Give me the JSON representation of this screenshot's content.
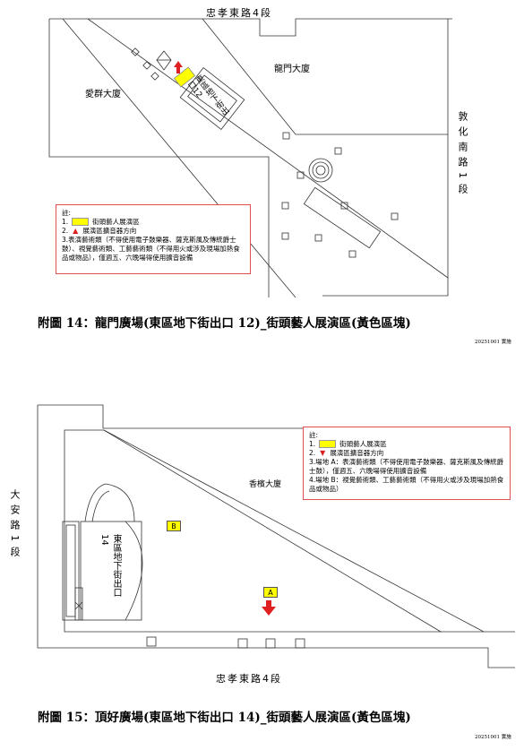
{
  "map1": {
    "street_top": "忠孝東路4段",
    "street_right": "敦化南路1段",
    "building_left": "愛群大廈",
    "building_right": "龍門大廈",
    "exit_label": "東區地下街出口12",
    "notes": {
      "heading": "註:",
      "item1": "1.",
      "item1_text": "街頭藝人展演區",
      "item2": "2.",
      "item2_text": "展演區擴音器方向",
      "item3": "3.表演藝術類（不得使用電子鼓樂器、薩克斯風及傳統爵士鼓）、視覺藝術類、工藝藝術類（不得用火或涉及現場加熱食品或物品），僅週五、六晚場得使用擴音設備"
    },
    "caption": "附圖 14：龍門廣場(東區地下街出口 12)_街頭藝人展演區(黃色區塊)",
    "stamp": "20251001 實施"
  },
  "map2": {
    "street_left": "大安路1段",
    "street_bottom": "忠孝東路4段",
    "building": "香檳大廈",
    "exit_label": "東區地下街出口14",
    "zone_a": "A",
    "zone_b": "B",
    "notes": {
      "heading": "註:",
      "item1": "1.",
      "item1_text": "街頭藝人展演區",
      "item2": "2.",
      "item2_text": "展演區擴音器方向",
      "item3": "3.場地 A：表演藝術類（不得使用電子鼓樂器、薩克斯風及傳統爵士鼓），僅週五、六晚場得使用擴音設備",
      "item4": "4.場地 B：視覺藝術類、工藝藝術類（不得用火或涉及現場加熱食品或物品）"
    },
    "caption": "附圖 15：頂好廣場(東區地下街出口 14)_街頭藝人展演區(黃色區塊)",
    "stamp": "20251001 實施"
  },
  "colors": {
    "zone_yellow": "#ffff00",
    "arrow_red": "#e02020",
    "note_border": "#e05050"
  }
}
